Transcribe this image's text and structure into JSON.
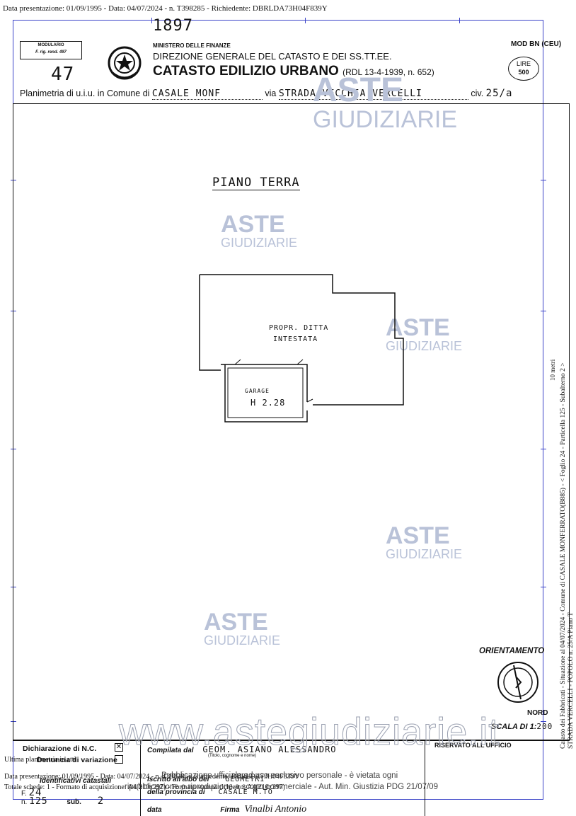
{
  "top_header": "Data presentazione: 01/09/1995 - Data: 04/07/2024 - n. T398285 - Richiedente: DBRLDA73H04F839Y",
  "form": {
    "modulario_line1": "MODULARIO",
    "modulario_line2": "F. rig. rend. 497",
    "handwritten_number": "1897",
    "sheet_number": "47",
    "ministry": "MINISTERO DELLE FINANZE",
    "direzione": "DIREZIONE GENERALE DEL CATASTO E DEI SS.TT.EE.",
    "catasto_title": "CATASTO EDILIZIO URBANO",
    "rdl": "(RDL 13-4-1939, n. 652)",
    "mod_bn": "MOD BN (CEU)",
    "lire_label": "LIRE",
    "lire_value": "500",
    "planimetria_prefix": "Planimetria di u.i.u. in Comune di",
    "comune_value": "CASALE MONF",
    "via_label": "via",
    "via_value": "STRADA VECCHIA VERCELLI",
    "civ_label": "civ.",
    "civ_value": "25/a"
  },
  "plan": {
    "title": "PIANO TERRA",
    "room_label_1": "PROPR. DITTA",
    "room_label_2": "INTESTATA",
    "garage_label": "GARAGE",
    "height_label": "H 2.28"
  },
  "orientation": {
    "label": "ORIENTAMENTO",
    "north": "NORD",
    "scale_label": "SCALA DI 1:",
    "scale_value": "200"
  },
  "bottom_table": {
    "dichiarazione": "Dichiarazione di N.C.",
    "denuncia": "Denuncia di variazione",
    "identificativi": "Identificativi catastali",
    "foglio_label": "F.",
    "foglio_value": "24",
    "num_label": "n.",
    "num_value": "125",
    "sub_label": "sub.",
    "sub_value": "2",
    "compilata_label": "Compilata dal",
    "compilata_value": "GEOM. ASIANO ALESSANDRO",
    "compilata_sub": "(Titolo, cognome e nome)",
    "iscritto_label": "Iscritto all'albo dei",
    "iscritto_value": "GEOMETRI",
    "provincia_label": "della provincia di",
    "provincia_value": "CASALE M.TO",
    "data_label": "data",
    "firma_label": "Firma",
    "firma_value": "Vinalbi Antonio",
    "riservato": "RISERVATO ALL'UFFICIO"
  },
  "overlays": {
    "ultima": "Ultima planimetria in atti",
    "footer_line1": "Data presentazione: 01/09/1995 - Data: 04/07/2024 - n. T398285 - Richiedente: DBRLDA73H04F839Y",
    "footer_line2": "Totale schede: 1 - Formato di acquisizione: A4(210x297) - Formato stampa richiesto: A4(210x297)",
    "disclaimer_1": "Pubblicazione ufficiale ad uso esclusivo personale - è vietata ogni",
    "disclaimer_2": "ripubblicazione o riproduzione a scopo commerciale - Aut. Min. Giustizia PDG 21/07/09",
    "watermark_site": "www.astegiudiziarie.it",
    "wm_aste": "ASTE",
    "wm_giudiziarie": "GIUDIZIARIE",
    "side_line1": "Catasto dei Fabbricati - Situazione al 04/07/2024 - Comune di CASALE MONFERRATO(B885) - < Foglio 24 - Particella 125 - Subalterno 2 >",
    "side_line2": "STRADA VERCELLI - POPOLO n. 25/A Piano T",
    "side_meters": "10 metri"
  },
  "colors": {
    "frame_blue": "#3b43c8",
    "watermark": "#b9c2d8",
    "ink": "#111111"
  }
}
